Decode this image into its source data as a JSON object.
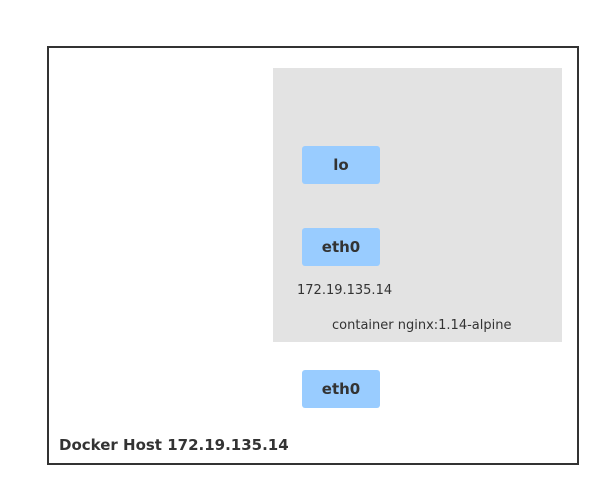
{
  "host": {
    "label": "Docker Host 172.19.135.14",
    "interface": "eth0"
  },
  "container": {
    "label": "container nginx:1.14-alpine",
    "interfaces": {
      "loopback": "lo",
      "ethernet": "eth0"
    },
    "ip": "172.19.135.14"
  },
  "colors": {
    "host_border": "#333333",
    "container_background": "#e3e3e3",
    "interface_fill": "#99ccff",
    "text": "#333333"
  }
}
